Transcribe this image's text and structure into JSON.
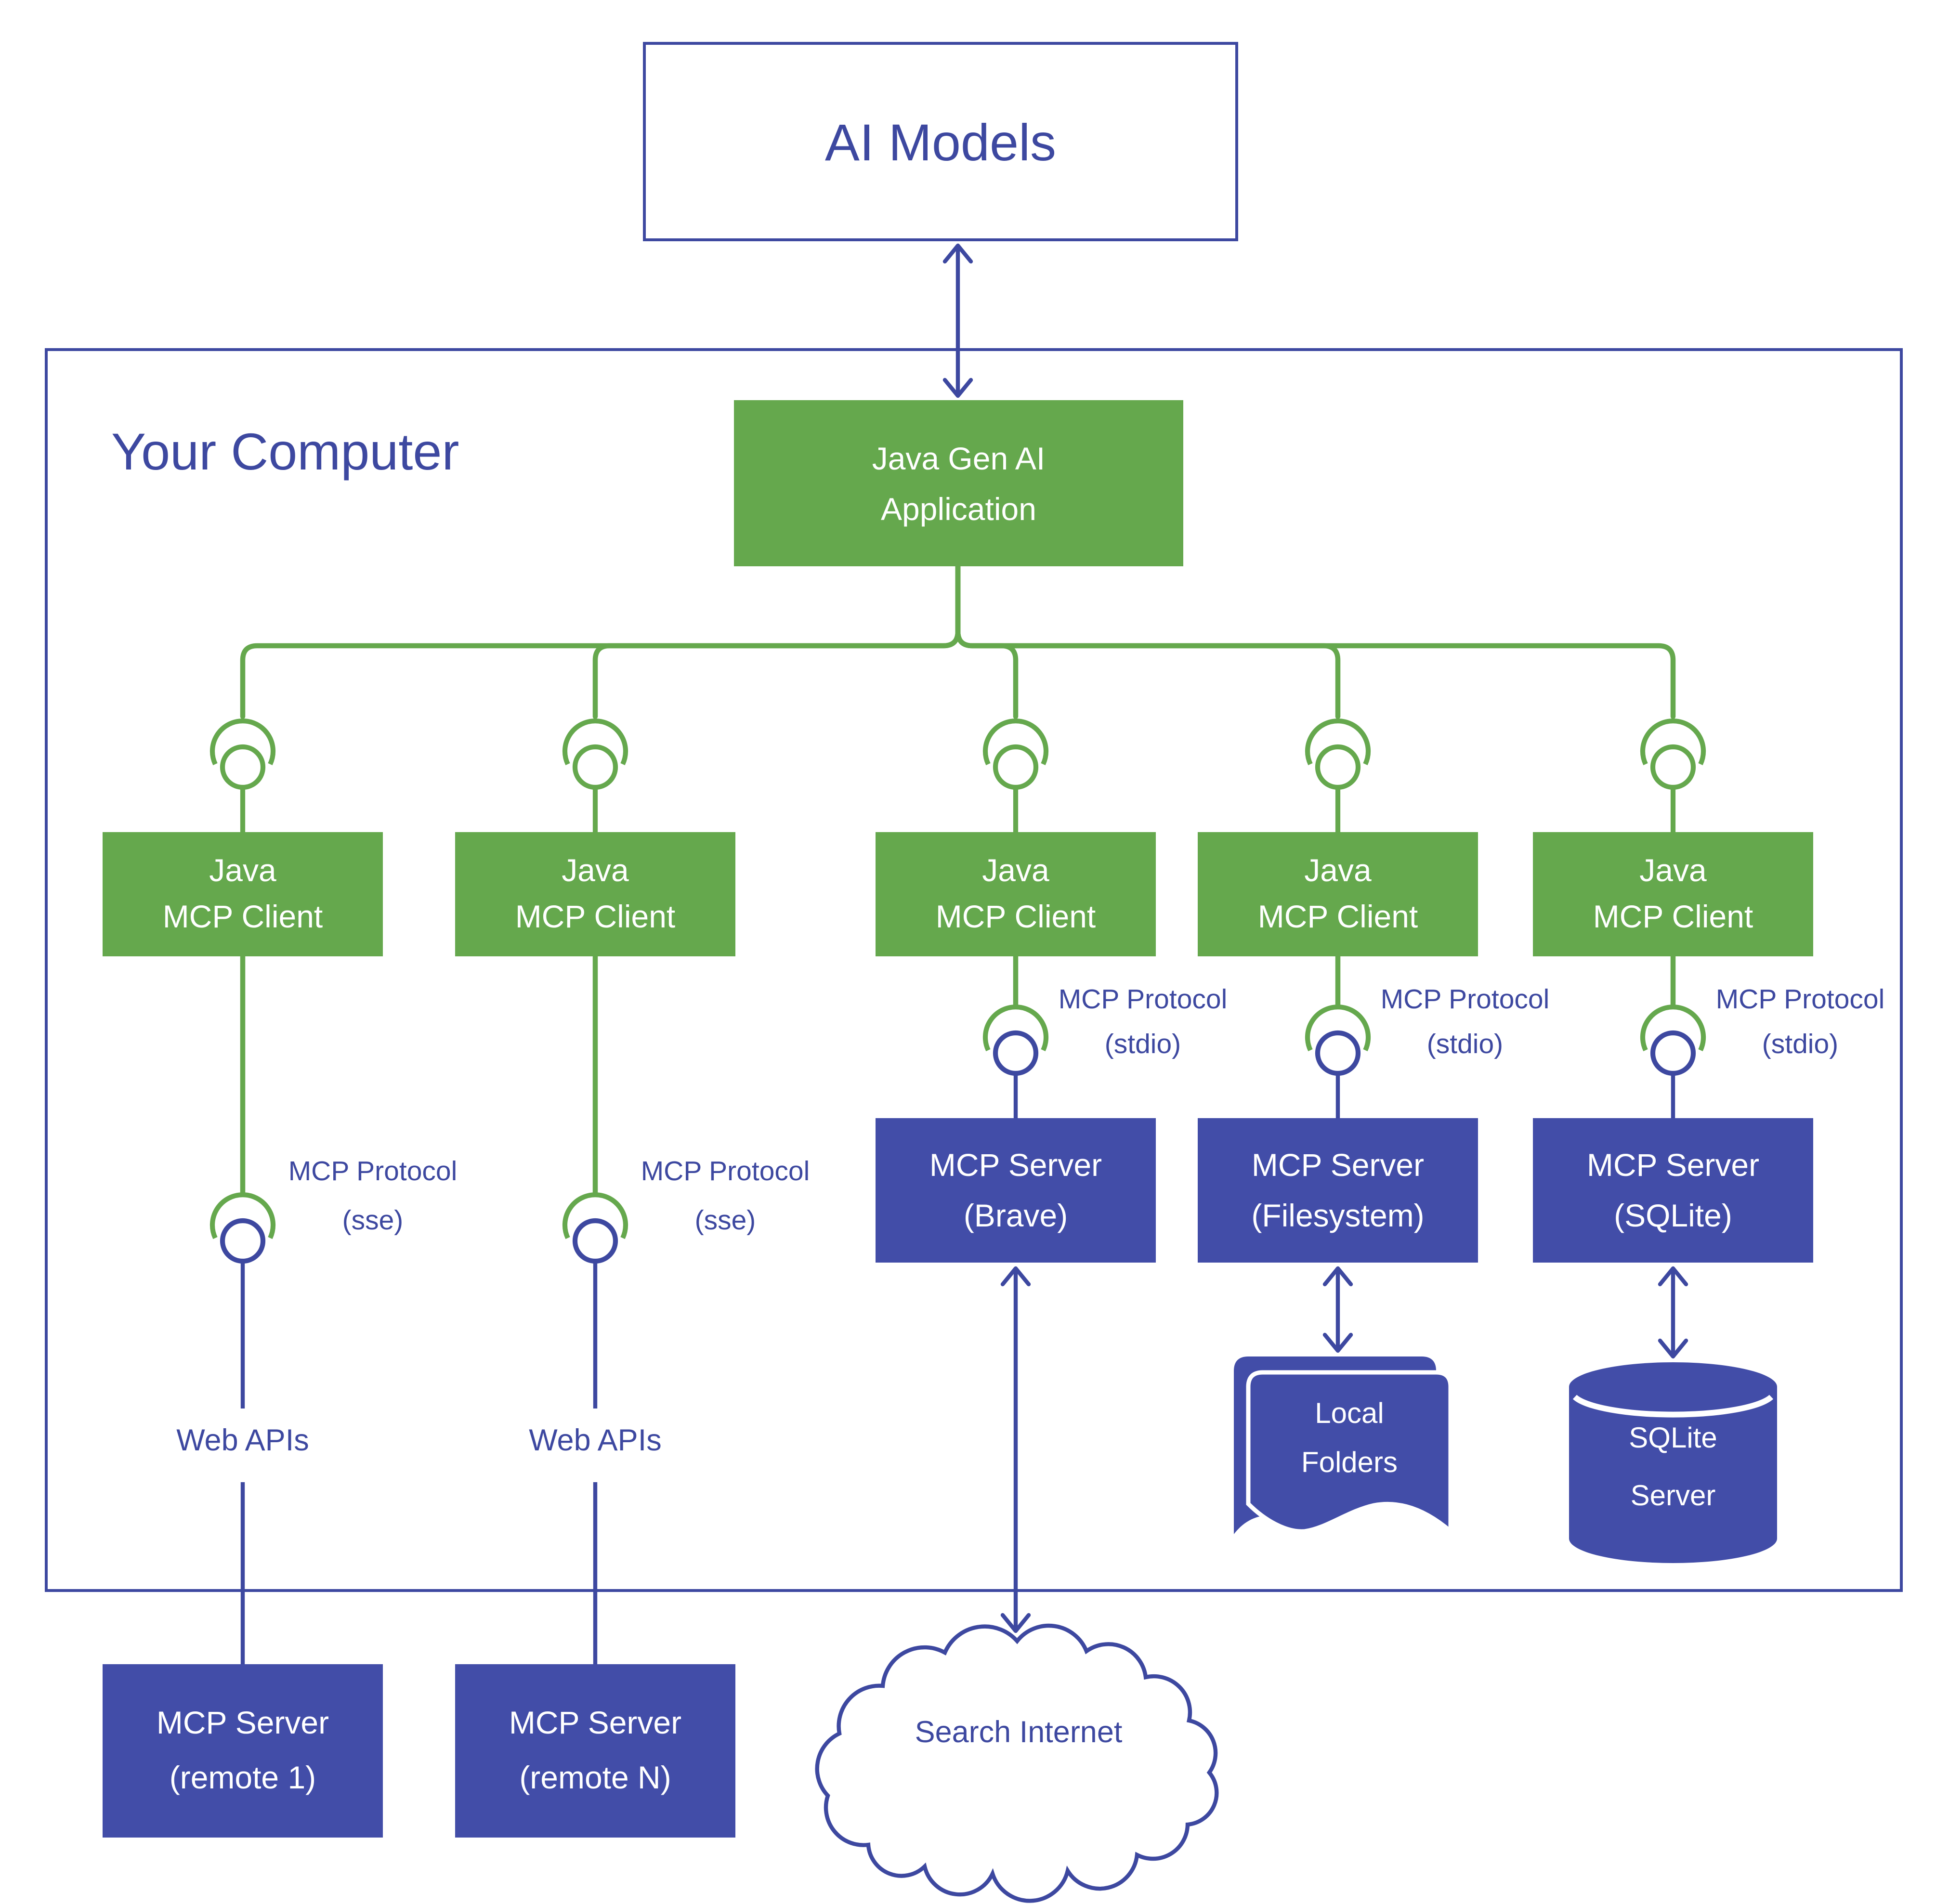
{
  "colors": {
    "green": "#65a84d",
    "blue_fill": "#424da8",
    "blue_line": "#3d48a0",
    "box_text": "#ffffff",
    "background": "#ffffff"
  },
  "ai_models": {
    "label": "AI Models"
  },
  "your_computer": {
    "label": "Your Computer"
  },
  "app": {
    "line1": "Java Gen AI",
    "line2": "Application"
  },
  "clients": [
    {
      "line1": "Java",
      "line2": "MCP Client"
    },
    {
      "line1": "Java",
      "line2": "MCP Client"
    },
    {
      "line1": "Java",
      "line2": "MCP Client"
    },
    {
      "line1": "Java",
      "line2": "MCP Client"
    },
    {
      "line1": "Java",
      "line2": "MCP Client"
    }
  ],
  "sse_labels": [
    {
      "line1": "MCP Protocol",
      "line2": "(sse)"
    },
    {
      "line1": "MCP Protocol",
      "line2": "(sse)"
    }
  ],
  "stdio_labels": [
    {
      "line1": "MCP Protocol",
      "line2": "(stdio)"
    },
    {
      "line1": "MCP Protocol",
      "line2": "(stdio)"
    },
    {
      "line1": "MCP Protocol",
      "line2": "(stdio)"
    }
  ],
  "web_apis": [
    {
      "label": "Web APIs"
    },
    {
      "label": "Web APIs"
    }
  ],
  "servers": [
    {
      "line1": "MCP Server",
      "line2": "(Brave)"
    },
    {
      "line1": "MCP Server",
      "line2": "(Filesystem)"
    },
    {
      "line1": "MCP Server",
      "line2": "(SQLite)"
    }
  ],
  "remote_servers": [
    {
      "line1": "MCP Server",
      "line2": "(remote 1)"
    },
    {
      "line1": "MCP Server",
      "line2": "(remote N)"
    }
  ],
  "local_folders": {
    "line1": "Local",
    "line2": "Folders"
  },
  "sqlite_server": {
    "line1": "SQLite",
    "line2": "Server"
  },
  "search_internet": {
    "line1": "Search",
    "line2": "Internet"
  }
}
